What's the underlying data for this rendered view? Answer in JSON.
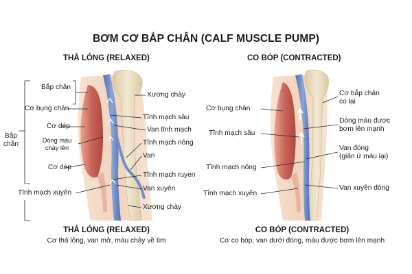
{
  "title": "BƠM CƠ BẮP CHÂN (CALF MUSCLE PUMP)",
  "left": {
    "heading": "THẢ LỎNG (RELAXED)",
    "labels": {
      "bap_chan": "Bắp chân",
      "co_bung_chan": "Cơ bụng chân",
      "co_dep_top": "Cơ dép",
      "dong_mau_line1": "Dòng máu",
      "dong_mau_line2": "chảy lên",
      "co_dep_bottom": "Cơ dép",
      "bap_chan_side_line1": "Bắp",
      "bap_chan_side_line2": "chân",
      "tinh_mach_xuyen": "Tĩnh mạch xuyên",
      "xuong_chay_top": "Xương chày",
      "tinh_mach_sau": "Tĩnh mạch sâu",
      "van_tinh_mach": "Van tĩnh mạch",
      "tinh_mach_nong": "Tĩnh mạch nông",
      "van": "Van",
      "tinh_mach_ruyen": "Tĩnh mạch ruyen",
      "van_xuyen": "Van xuyên",
      "xuong_chay_bottom": "Xương chày"
    },
    "caption_title": "THẢ LỎNG (RELAXED)",
    "caption_desc": "Cơ thả lỏng, van mở, máu chảy về tim"
  },
  "right": {
    "heading": "CO BÓP (CONTRACTED)",
    "labels": {
      "co_bung_chan": "Cơ bụng chân",
      "tinh_mach_sau": "Tĩnh mạch sâu",
      "tinh_mach_nong": "Tĩnh mạch nông",
      "tinh_mach_xuyen": "Tĩnh mạch xuyên",
      "co_bap_chan_line1": "Cơ bắp chân",
      "co_bap_chan_line2": "co lại",
      "dong_mau_line1": "Dòng máu được",
      "dong_mau_line2": "bơm lên mạnh",
      "van_dong_line1": "Van đóng",
      "van_dong_line2": "(giãn ứ máu lại)",
      "van_xuyen_dong": "Van xuyên đóng"
    },
    "caption_title": "CO BÓP (CONTRACTED)",
    "caption_desc": "Cơ co bóp, van dưới đóng, máu được bơm lên mạnh"
  },
  "colors": {
    "muscle": "#c8645a",
    "bone": "#e9dcc0",
    "deep_vein": "#6f8fc8",
    "skin": "#f3d9c6",
    "line": "#222222"
  }
}
